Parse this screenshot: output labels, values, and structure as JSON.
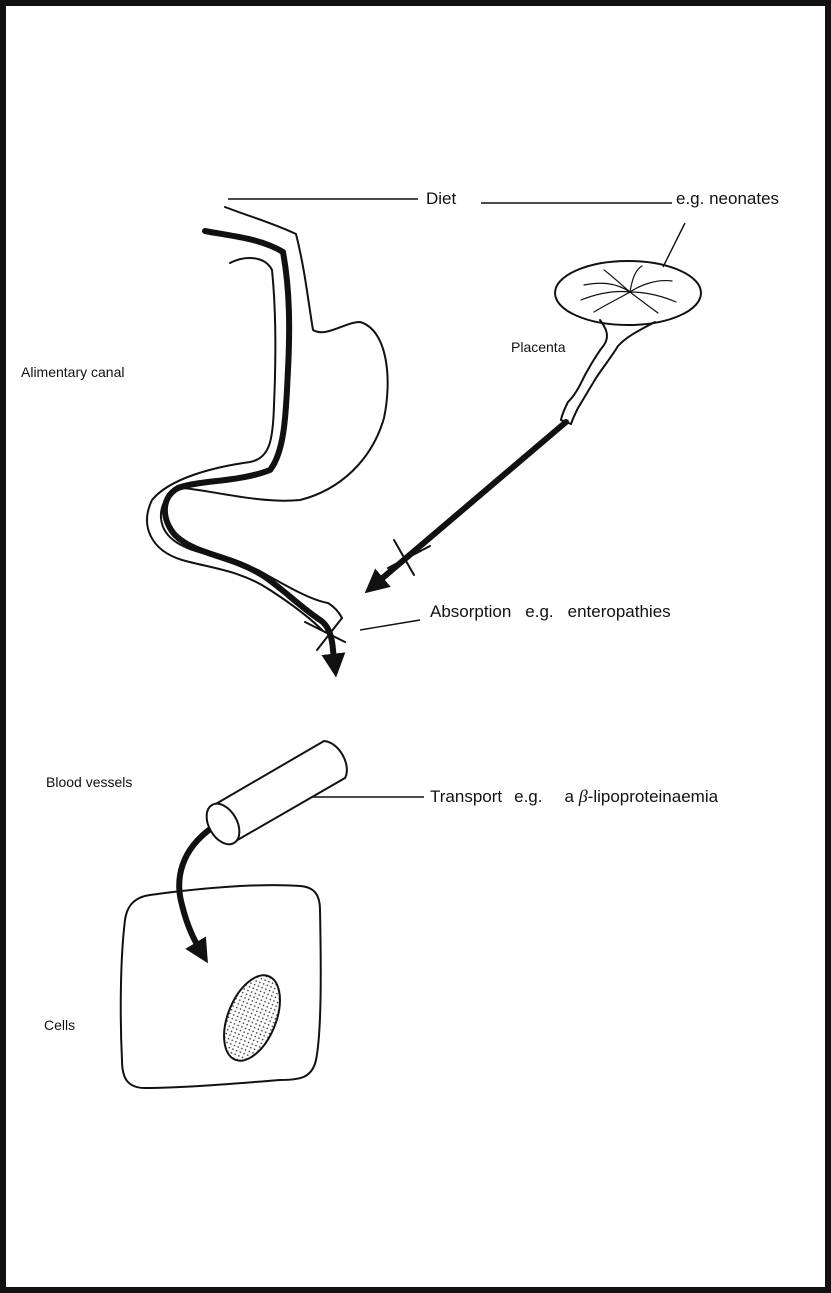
{
  "labels": {
    "diet": "Diet",
    "neonates": "e.g. neonates",
    "alimentary_canal": "Alimentary canal",
    "placenta": "Placenta",
    "absorption": "Absorption",
    "absorption_example": "e.g.",
    "absorption_condition": "enteropathies",
    "blood_vessels": "Blood vessels",
    "transport": "Transport",
    "transport_example": "e.g.",
    "transport_prefix": "a",
    "transport_beta": "β",
    "transport_condition": "-lipoproteinaemia",
    "cells": "Cells"
  },
  "icons": {
    "block_marker": "cross-mark-icon",
    "flow_arrow": "arrow-icon"
  },
  "colors": {
    "ink": "#111111",
    "paper": "#ffffff"
  }
}
